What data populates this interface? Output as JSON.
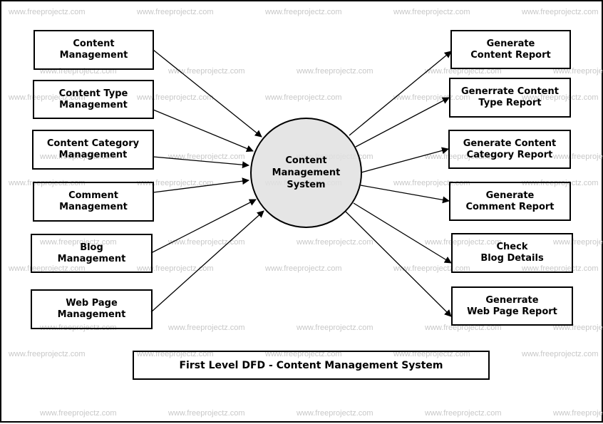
{
  "watermark": "www.freeprojectz.com",
  "center_process": {
    "label": "Content\nManagement\nSystem",
    "fill": "#e0e0e0"
  },
  "inputs": [
    {
      "label": "Content\nManagement"
    },
    {
      "label": "Content Type\nManagement"
    },
    {
      "label": "Content Category\nManagement"
    },
    {
      "label": "Comment\nManagement"
    },
    {
      "label": "Blog\nManagement"
    },
    {
      "label": "Web Page\nManagement"
    }
  ],
  "outputs": [
    {
      "label": "Generate\nContent Report"
    },
    {
      "label": "Generrate Content\nType Report"
    },
    {
      "label": "Generate Content\nCategory Report"
    },
    {
      "label": "Generate\nComment Report"
    },
    {
      "label": "Check\nBlog Details"
    },
    {
      "label": "Generrate\nWeb Page Report"
    }
  ],
  "caption": "First Level DFD - Content Management System"
}
